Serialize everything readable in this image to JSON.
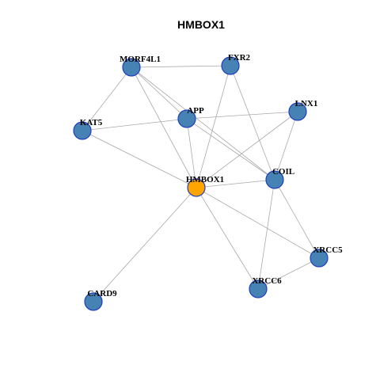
{
  "title": "HMBOX1",
  "colors": {
    "node_default": "#4682b4",
    "node_focus": "#ffa500",
    "node_border": "#1f3fbf",
    "edge": "#a9a9a9"
  },
  "nodes": [
    {
      "id": "HMBOX1",
      "label": "HMBOX1",
      "focus": true
    },
    {
      "id": "MORF4L1",
      "label": "MORF4L1",
      "focus": false
    },
    {
      "id": "FXR2",
      "label": "FXR2",
      "focus": false
    },
    {
      "id": "APP",
      "label": "APP",
      "focus": false
    },
    {
      "id": "LNX1",
      "label": "LNX1",
      "focus": false
    },
    {
      "id": "KAT5",
      "label": "KAT5",
      "focus": false
    },
    {
      "id": "COIL",
      "label": "COIL",
      "focus": false
    },
    {
      "id": "XRCC5",
      "label": "XRCC5",
      "focus": false
    },
    {
      "id": "XRCC6",
      "label": "XRCC6",
      "focus": false
    },
    {
      "id": "CARD9",
      "label": "CARD9",
      "focus": false
    }
  ],
  "edges": [
    [
      "MORF4L1",
      "FXR2"
    ],
    [
      "MORF4L1",
      "KAT5"
    ],
    [
      "MORF4L1",
      "APP"
    ],
    [
      "MORF4L1",
      "HMBOX1"
    ],
    [
      "MORF4L1",
      "COIL"
    ],
    [
      "FXR2",
      "HMBOX1"
    ],
    [
      "FXR2",
      "COIL"
    ],
    [
      "KAT5",
      "APP"
    ],
    [
      "KAT5",
      "HMBOX1"
    ],
    [
      "APP",
      "LNX1"
    ],
    [
      "APP",
      "HMBOX1"
    ],
    [
      "APP",
      "COIL"
    ],
    [
      "LNX1",
      "HMBOX1"
    ],
    [
      "LNX1",
      "COIL"
    ],
    [
      "HMBOX1",
      "COIL"
    ],
    [
      "HMBOX1",
      "XRCC5"
    ],
    [
      "HMBOX1",
      "XRCC6"
    ],
    [
      "HMBOX1",
      "CARD9"
    ],
    [
      "COIL",
      "XRCC5"
    ],
    [
      "COIL",
      "XRCC6"
    ],
    [
      "XRCC5",
      "XRCC6"
    ]
  ]
}
